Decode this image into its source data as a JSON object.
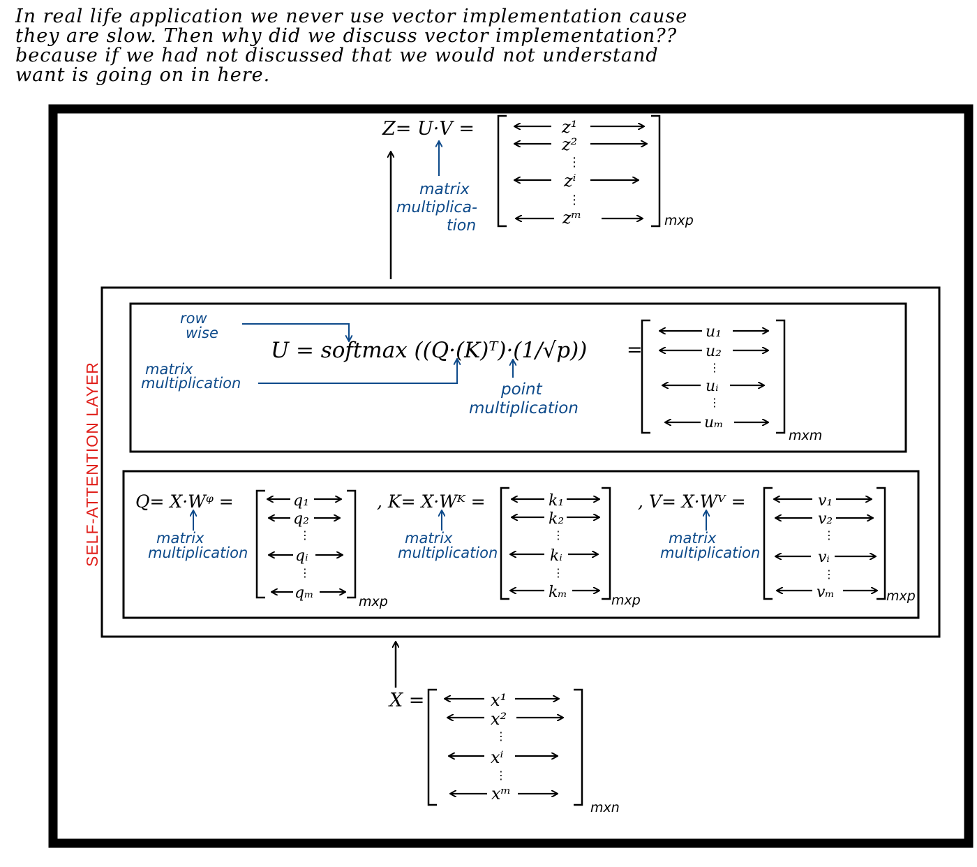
{
  "note": {
    "line1": "In real life application we never use vector implementation cause",
    "line2": "they are slow. Then why did we discuss vector implementation??",
    "line3": "because if we had not discussed that we would not understand",
    "line4": "want is going on in here."
  },
  "layer_label": "SELF-ATTENTION LAYER",
  "colors": {
    "ink": "#000000",
    "annotation": "#0d4a8a",
    "layer_label": "#e0201b"
  },
  "output": {
    "equation": "Z= U·V =",
    "rows": [
      "z¹",
      "z²",
      "zⁱ",
      "zᵐ"
    ],
    "dim": "mxp",
    "annotation_line1": "matrix",
    "annotation_line2": "multiplica-",
    "annotation_line3": "tion"
  },
  "attention": {
    "equation": "U = softmax ((Q·(K)ᵀ)·(1/√p))",
    "equals": "=",
    "rows": [
      "u₁",
      "u₂",
      "uᵢ",
      "uₘ"
    ],
    "dim": "mxm",
    "row_wise_line1": "row",
    "row_wise_line2": "wise",
    "matmul_line1": "matrix",
    "matmul_line2": "multiplication",
    "point_line1": "point",
    "point_line2": "multiplication"
  },
  "qkv": [
    {
      "equation": "Q= X·Wᵠ =",
      "rows": [
        "q₁",
        "q₂",
        "qᵢ",
        "qₘ"
      ],
      "dim": "mxp",
      "ann1": "matrix",
      "ann2": "multiplication"
    },
    {
      "equation": ", K= X·Wᴷ =",
      "rows": [
        "k₁",
        "k₂",
        "kᵢ",
        "kₘ"
      ],
      "dim": "mxp",
      "ann1": "matrix",
      "ann2": "multiplication"
    },
    {
      "equation": ", V= X·Wⱽ =",
      "rows": [
        "v₁",
        "v₂",
        "vᵢ",
        "vₘ"
      ],
      "dim": "mxp",
      "ann1": "matrix",
      "ann2": "multiplication"
    }
  ],
  "input": {
    "equation": "X =",
    "rows": [
      "x¹",
      "x²",
      "xⁱ",
      "xᵐ"
    ],
    "dim": "mxn"
  }
}
